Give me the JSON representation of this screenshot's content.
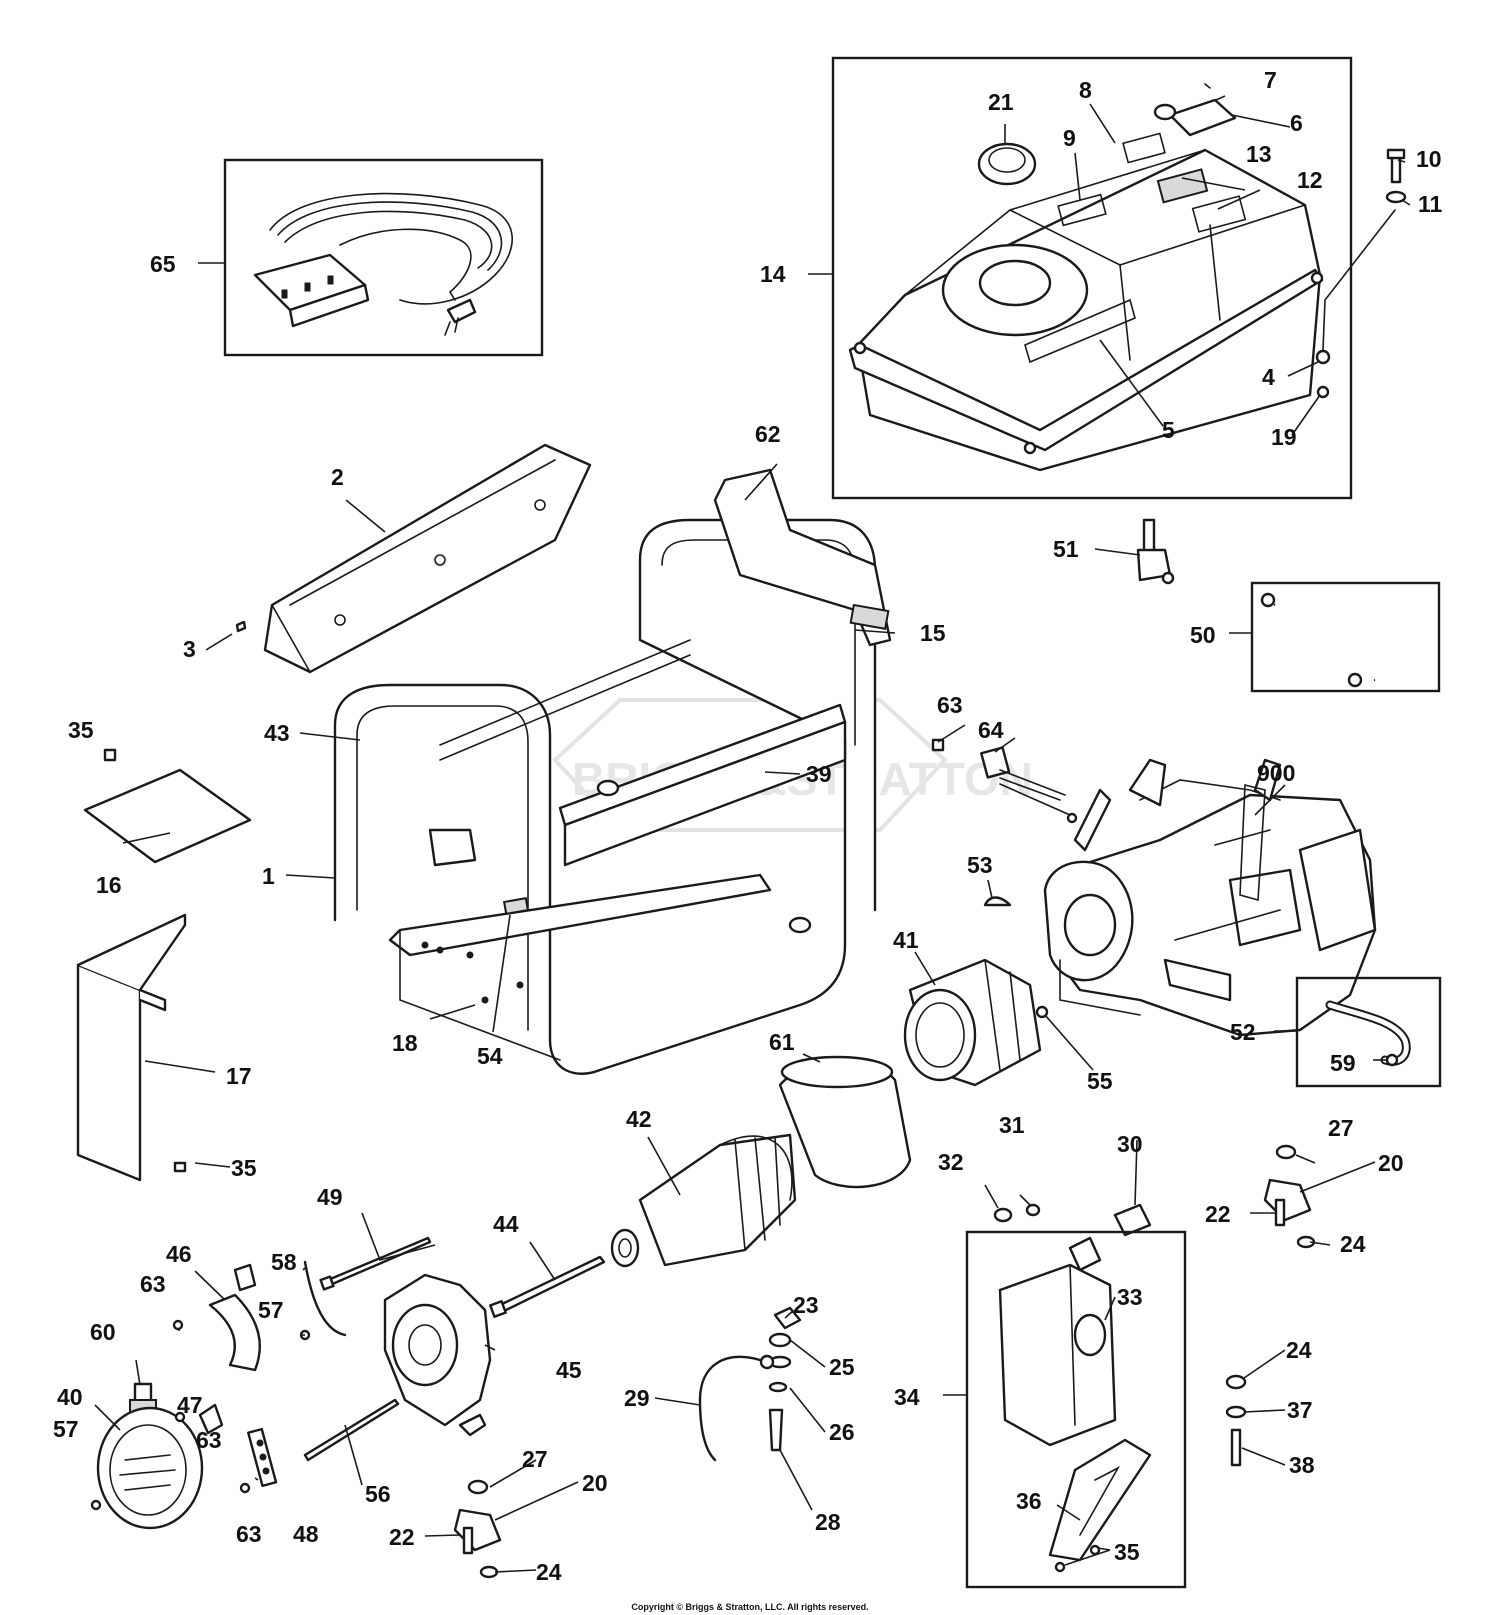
{
  "copyright": "Copyright © Briggs & Stratton, LLC. All rights reserved.",
  "watermark": "BRIGGS&STRATTON",
  "callouts": [
    {
      "id": "c1",
      "label": "1"
    },
    {
      "id": "c2",
      "label": "2"
    },
    {
      "id": "c3",
      "label": "3"
    },
    {
      "id": "c4",
      "label": "4"
    },
    {
      "id": "c5",
      "label": "5"
    },
    {
      "id": "c6",
      "label": "6"
    },
    {
      "id": "c7",
      "label": "7"
    },
    {
      "id": "c8",
      "label": "8"
    },
    {
      "id": "c9",
      "label": "9"
    },
    {
      "id": "c10",
      "label": "10"
    },
    {
      "id": "c11",
      "label": "11"
    },
    {
      "id": "c12",
      "label": "12"
    },
    {
      "id": "c13",
      "label": "13"
    },
    {
      "id": "c14",
      "label": "14"
    },
    {
      "id": "c15",
      "label": "15"
    },
    {
      "id": "c16",
      "label": "16"
    },
    {
      "id": "c17",
      "label": "17"
    },
    {
      "id": "c18",
      "label": "18"
    },
    {
      "id": "c19",
      "label": "19"
    },
    {
      "id": "c20a",
      "label": "20"
    },
    {
      "id": "c20b",
      "label": "20"
    },
    {
      "id": "c21",
      "label": "21"
    },
    {
      "id": "c22a",
      "label": "22"
    },
    {
      "id": "c22b",
      "label": "22"
    },
    {
      "id": "c23",
      "label": "23"
    },
    {
      "id": "c24a",
      "label": "24"
    },
    {
      "id": "c24b",
      "label": "24"
    },
    {
      "id": "c24c",
      "label": "24"
    },
    {
      "id": "c25",
      "label": "25"
    },
    {
      "id": "c26",
      "label": "26"
    },
    {
      "id": "c27a",
      "label": "27"
    },
    {
      "id": "c27b",
      "label": "27"
    },
    {
      "id": "c28",
      "label": "28"
    },
    {
      "id": "c29",
      "label": "29"
    },
    {
      "id": "c30",
      "label": "30"
    },
    {
      "id": "c31",
      "label": "31"
    },
    {
      "id": "c32",
      "label": "32"
    },
    {
      "id": "c33",
      "label": "33"
    },
    {
      "id": "c34",
      "label": "34"
    },
    {
      "id": "c35a",
      "label": "35"
    },
    {
      "id": "c35b",
      "label": "35"
    },
    {
      "id": "c35c",
      "label": "35"
    },
    {
      "id": "c36",
      "label": "36"
    },
    {
      "id": "c37",
      "label": "37"
    },
    {
      "id": "c38",
      "label": "38"
    },
    {
      "id": "c39",
      "label": "39"
    },
    {
      "id": "c40",
      "label": "40"
    },
    {
      "id": "c41",
      "label": "41"
    },
    {
      "id": "c42",
      "label": "42"
    },
    {
      "id": "c43",
      "label": "43"
    },
    {
      "id": "c44",
      "label": "44"
    },
    {
      "id": "c45",
      "label": "45"
    },
    {
      "id": "c46",
      "label": "46"
    },
    {
      "id": "c47",
      "label": "47"
    },
    {
      "id": "c48",
      "label": "48"
    },
    {
      "id": "c49",
      "label": "49"
    },
    {
      "id": "c50",
      "label": "50"
    },
    {
      "id": "c51",
      "label": "51"
    },
    {
      "id": "c52",
      "label": "52"
    },
    {
      "id": "c53",
      "label": "53"
    },
    {
      "id": "c54",
      "label": "54"
    },
    {
      "id": "c55",
      "label": "55"
    },
    {
      "id": "c56",
      "label": "56"
    },
    {
      "id": "c57a",
      "label": "57"
    },
    {
      "id": "c57b",
      "label": "57"
    },
    {
      "id": "c58",
      "label": "58"
    },
    {
      "id": "c59",
      "label": "59"
    },
    {
      "id": "c60",
      "label": "60"
    },
    {
      "id": "c61",
      "label": "61"
    },
    {
      "id": "c62",
      "label": "62"
    },
    {
      "id": "c63a",
      "label": "63"
    },
    {
      "id": "c63b",
      "label": "63"
    },
    {
      "id": "c63c",
      "label": "63"
    },
    {
      "id": "c63d",
      "label": "63"
    },
    {
      "id": "c64",
      "label": "64"
    },
    {
      "id": "c65",
      "label": "65"
    },
    {
      "id": "c900",
      "label": "900"
    }
  ]
}
